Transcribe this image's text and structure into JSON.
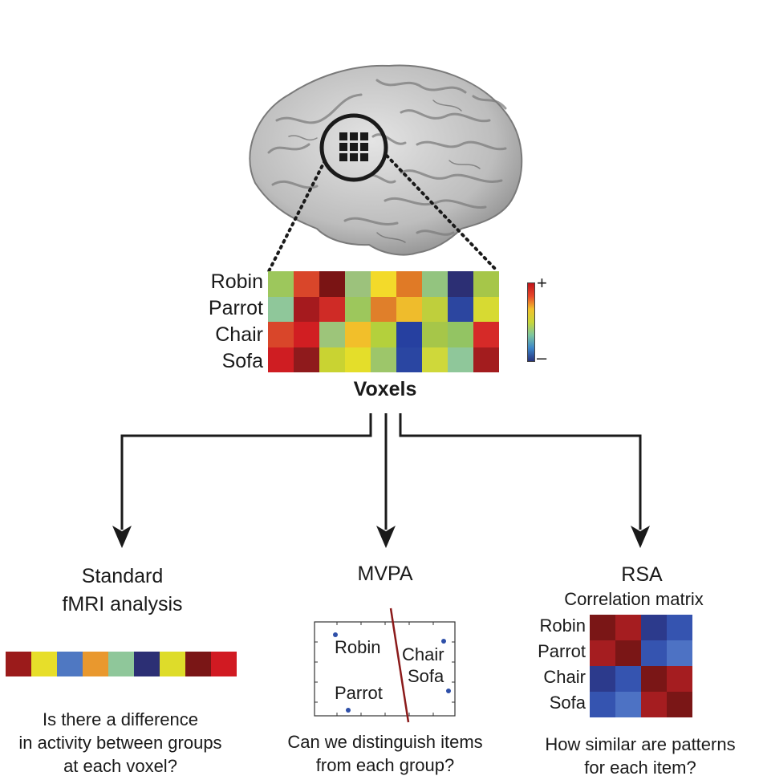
{
  "items": [
    "Robin",
    "Parrot",
    "Chair",
    "Sofa"
  ],
  "voxel_matrix": {
    "caption": "Voxels",
    "rows": [
      [
        "#9dc75c",
        "#d9462a",
        "#7a1414",
        "#9cc27c",
        "#f3da2a",
        "#e07a26",
        "#93c47f",
        "#2c2f74",
        "#a6c649"
      ],
      [
        "#8fc79a",
        "#a51a1e",
        "#cf2b26",
        "#9dc75c",
        "#e07f2a",
        "#efbc2c",
        "#bfcf3c",
        "#2c46a0",
        "#d7da32"
      ],
      [
        "#d9462a",
        "#d11e22",
        "#9dc57a",
        "#f2bf2a",
        "#b4d03c",
        "#2640a0",
        "#a6c649",
        "#93c463",
        "#d62a28"
      ],
      [
        "#cf1d22",
        "#8f1a1c",
        "#c9d332",
        "#e4de2a",
        "#9dc66a",
        "#2a46a2",
        "#cfd83a",
        "#8fc79a",
        "#a31c1e"
      ]
    ]
  },
  "colorbar": {
    "max_label": "+",
    "min_label": "–"
  },
  "methods": {
    "standard": {
      "title_line1": "Standard",
      "title_line2": "fMRI analysis",
      "strip_colors": [
        "#9b1b1b",
        "#e7de2a",
        "#4f78c2",
        "#e9982e",
        "#8fc79a",
        "#2c2f74",
        "#dedc2a",
        "#7a1616",
        "#d11a22"
      ],
      "question": [
        "Is there a difference",
        "in activity between groups",
        "at each voxel?"
      ]
    },
    "mvpa": {
      "title": "MVPA",
      "plot_labels": [
        "Robin",
        "Parrot",
        "Chair",
        "Sofa"
      ],
      "question": [
        "Can we distinguish items",
        "from each group?"
      ]
    },
    "rsa": {
      "title": "RSA",
      "subtitle": "Correlation matrix",
      "matrix_rows": [
        "Robin",
        "Parrot",
        "Chair",
        "Sofa"
      ],
      "matrix_colors": [
        [
          "#7a1616",
          "#a51d20",
          "#2c3a8c",
          "#3554b0"
        ],
        [
          "#a51d20",
          "#7a1616",
          "#3554b0",
          "#4d72c4"
        ],
        [
          "#2c3a8c",
          "#3554b0",
          "#7a1616",
          "#a51d20"
        ],
        [
          "#3554b0",
          "#4d72c4",
          "#a51d20",
          "#7a1616"
        ]
      ],
      "question": [
        "How similar are patterns",
        "for each item?"
      ]
    }
  }
}
